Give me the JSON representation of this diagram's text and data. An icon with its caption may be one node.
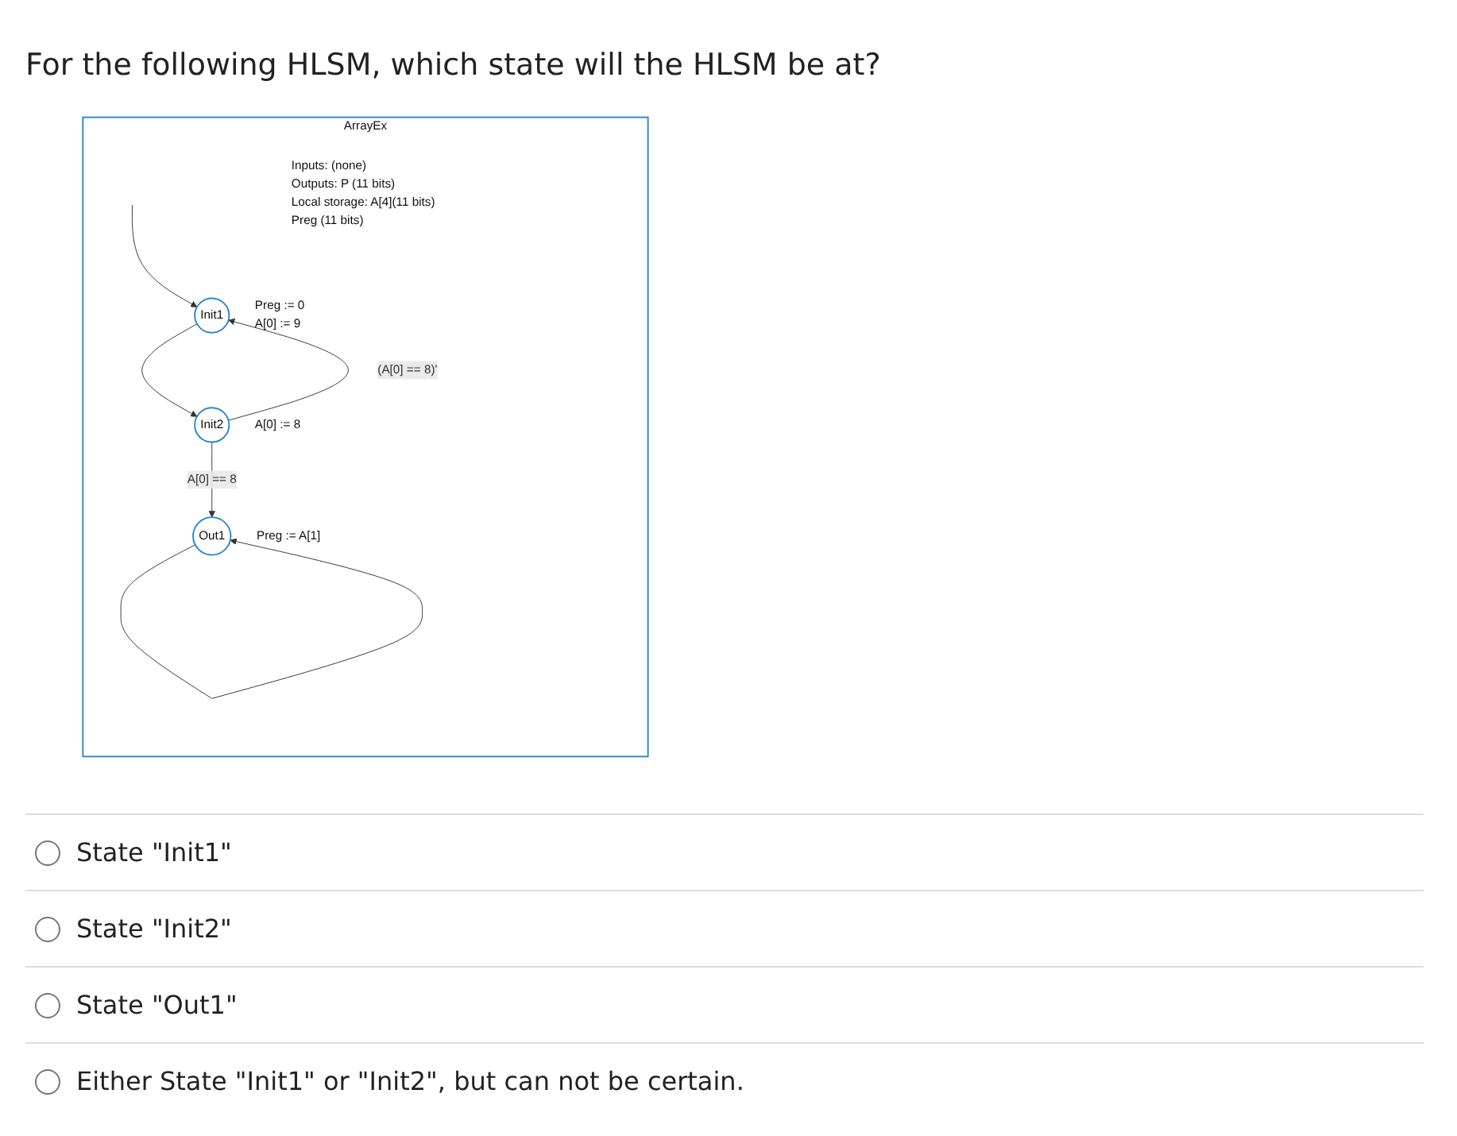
{
  "diagram": {
    "title": "For the following HLSM, which state will the HLSM be at?",
    "nodes": [
      {
        "text": [
          "ArrayEx",
          "Inputs: (none)",
          "Outputs: P (11 bits)",
          "Local storage: A[4](11 bits) Preg (11 bits)"
        ]
      },
      {
        "text": [
          "Init1"
        ],
        "in": 0,
        "beside": [
          "Preg := 0",
          "A[0] := 9"
        ]
      },
      {
        "text": [
          "Init2"
        ],
        "in": 0,
        "beside": [
          "A[0] := 8"
        ]
      },
      {
        "text": [
          "Out1"
        ],
        "in": 0,
        "beside": [
          "Preg := A[1]"
        ]
      }
    ],
    "edges": [
      {
        "from": null,
        "to": 1,
        "arrow": "to"
      },
      {
        "from": 1,
        "to": 2,
        "arrow": "to"
      },
      {
        "from": 2,
        "to": 1,
        "arrow": "to",
        "label": "(A[0] == 8)'"
      },
      {
        "from": 2,
        "to": 3,
        "arrow": "to",
        "label": "A[0] == 8"
      },
      {
        "from": 3,
        "to": 3,
        "arrow": "to"
      }
    ],
    "labels": [
      "State \"Init1\"",
      "State \"Init2\"",
      "State \"Out1\"",
      "Either State \"Init1\" or \"Init2\", but can not be certain."
    ]
  }
}
